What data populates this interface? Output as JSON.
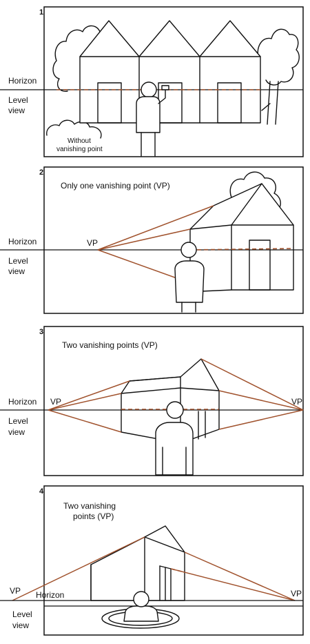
{
  "panels": [
    {
      "number": "1",
      "horizon_label": "Horizon",
      "level_view_lines": [
        "Level",
        "view"
      ],
      "caption_lines": [
        "Without",
        "vanishing point"
      ]
    },
    {
      "number": "2",
      "title": "Only one vanishing point (VP)",
      "horizon_label": "Horizon",
      "level_view_lines": [
        "Level",
        "view"
      ],
      "vp_labels": [
        "VP"
      ]
    },
    {
      "number": "3",
      "title": "Two vanishing points (VP)",
      "horizon_label": "Horizon",
      "level_view_lines": [
        "Level",
        "view"
      ],
      "vp_labels": [
        "VP",
        "VP"
      ]
    },
    {
      "number": "4",
      "title_lines": [
        "Two vanishing",
        "points (VP)"
      ],
      "horizon_label": "Horizon",
      "level_view_lines": [
        "Level",
        "view"
      ],
      "vp_labels": [
        "VP",
        "VP"
      ]
    }
  ],
  "colors": {
    "ink": "#111111",
    "perspective_lines": "#a0522d"
  }
}
